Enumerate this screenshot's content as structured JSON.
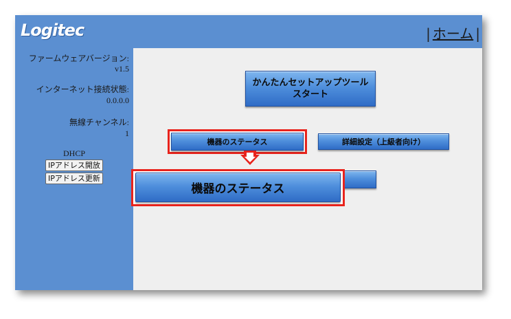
{
  "header": {
    "logo": "Logitec",
    "nav_separator": "|",
    "home_link": "ホーム"
  },
  "sidebar": {
    "firmware_label": "ファームウェアバージョン:",
    "firmware_value": "v1.5",
    "internet_label": "インターネット接続状態:",
    "internet_value": "0.0.0.0",
    "wireless_label": "無線チャンネル:",
    "wireless_value": "1",
    "dhcp_label": "DHCP",
    "release_button": "IPアドレス開放",
    "renew_button": "IPアドレス更新"
  },
  "main": {
    "setup_tool_line1": "かんたんセットアップツール",
    "setup_tool_line2": "スタート",
    "device_status_button": "機器のステータス",
    "advanced_settings_button": "詳細設定（上級者向け）",
    "device_status_zoomed": "機器のステータス"
  },
  "colors": {
    "header_blue": "#5b8fd1",
    "highlight_red": "#e8231c",
    "content_bg": "#efefef"
  }
}
